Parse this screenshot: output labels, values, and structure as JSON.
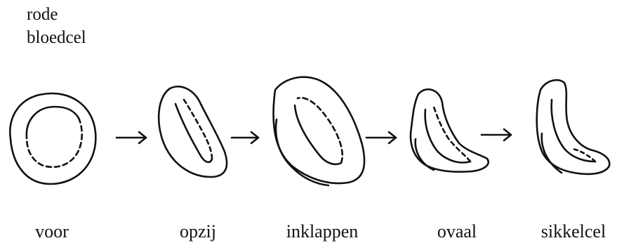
{
  "title": {
    "line1": "rode",
    "line2": "bloedcel"
  },
  "stages": [
    {
      "label": "voor"
    },
    {
      "label": "opzij"
    },
    {
      "label": "inklappen"
    },
    {
      "label": "ovaal"
    },
    {
      "label": "sikkelcel"
    }
  ],
  "colors": {
    "ink": "#111111",
    "background": "#ffffff"
  },
  "icons": [
    "arrow-right-icon"
  ]
}
